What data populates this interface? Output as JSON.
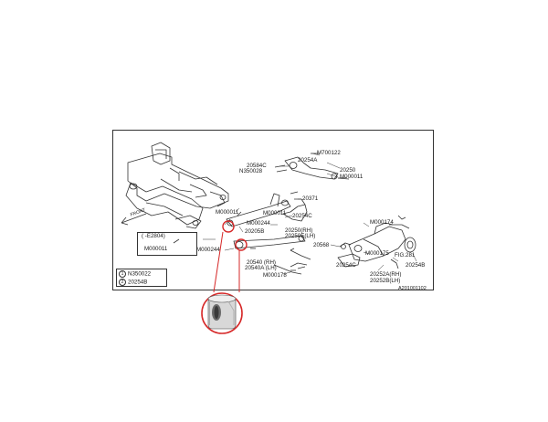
{
  "labels": {
    "m700122": "M700122",
    "c20584c": "20584C",
    "n350028": "N350028",
    "c20254a": "20254A",
    "c20250": "20250",
    "m000011_top": "M000011",
    "c20371": "20371",
    "m000011_mid": "M000011",
    "c20254c_mid": "20254C",
    "m000244_mid": "M000244",
    "c20250rh": "20250(RH)",
    "c20250lh": "20250E(LH)",
    "e28041": "( -E2804)",
    "m000011_left": "M000011",
    "m000244_low": "M000244",
    "c20205b": "20205B",
    "m000174": "M000174",
    "c20568": "20568",
    "m000175": "M000175",
    "fig281": "FIG.281",
    "c20254c_low": "20254C",
    "c20254b": "20254B",
    "c20540rh": "20540 (RH)",
    "c20540lh": "20540A (LH)",
    "m000178": "M000178",
    "c20252rh": "20252A(RH)",
    "c20252lh": "20252B(LH)",
    "front": "FRONT",
    "code": "A201001102"
  },
  "legend": [
    {
      "num": "1",
      "part": "N350022"
    },
    {
      "num": "2",
      "part": "20254B"
    }
  ],
  "colors": {
    "highlight": "#d62828",
    "line": "#333333",
    "bushing_outer": "#d0d0d0",
    "bushing_inner": "#6a6a6a"
  }
}
